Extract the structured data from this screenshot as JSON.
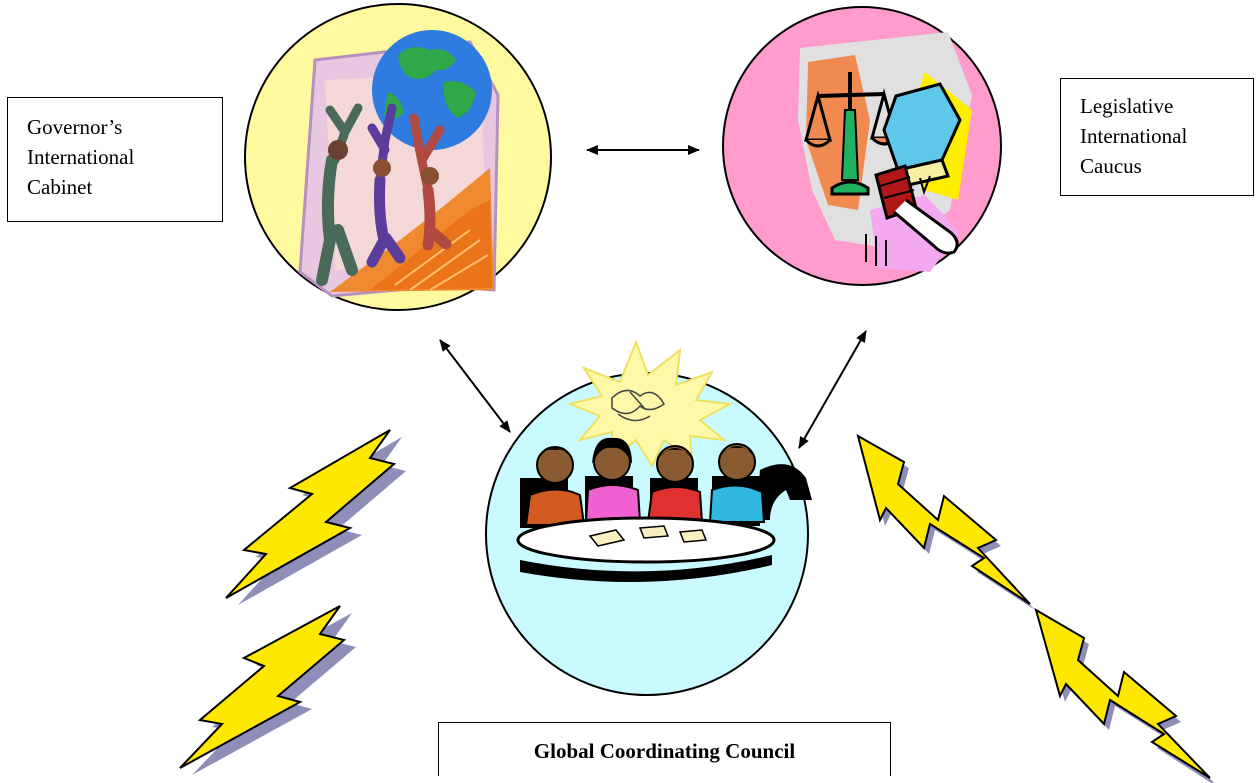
{
  "governor_label": {
    "lines": [
      "Governor’s",
      "International",
      "Cabinet"
    ]
  },
  "legislative_label": {
    "lines": [
      "Legislative",
      "International",
      "Caucus"
    ]
  },
  "council_label": "Global Coordinating Council",
  "colors": {
    "governor_circle_fill": "#FFFAA0",
    "legislative_circle_fill": "#FF9BCD",
    "council_circle_fill": "#C8FAFF",
    "lightning_fill": "#FFE800",
    "lightning_shadow": "#8E8EB8",
    "outline": "#000000"
  },
  "icons": {
    "governor": "globe-climbers-icon",
    "legislative": "justice-scales-book-gavel-icon",
    "council": "meeting-table-people-icon",
    "lightning": "lightning-bolt-icon"
  }
}
